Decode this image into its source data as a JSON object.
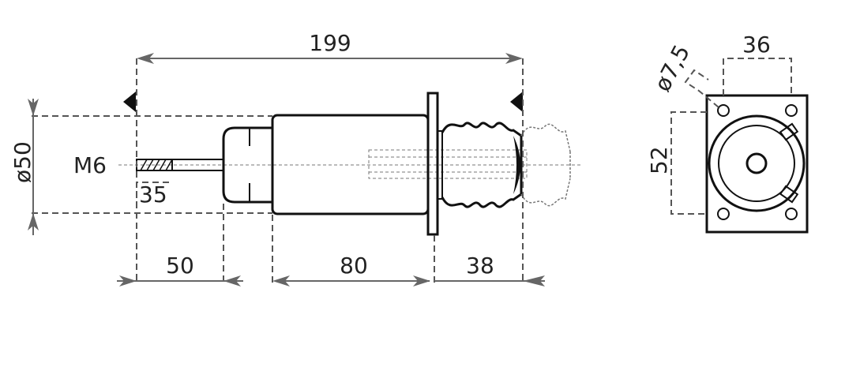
{
  "dimensions": {
    "overall_length": "199",
    "diameter": "ø50",
    "thread": "M6",
    "thread_length": "35",
    "rod_length": "50",
    "body_length": "80",
    "boot_length": "38",
    "hole_spacing_x": "36",
    "hole_spacing_y": "52",
    "hole_diameter": "ø7,5"
  },
  "colors": {
    "line": "#111111",
    "dimension": "#666666"
  }
}
